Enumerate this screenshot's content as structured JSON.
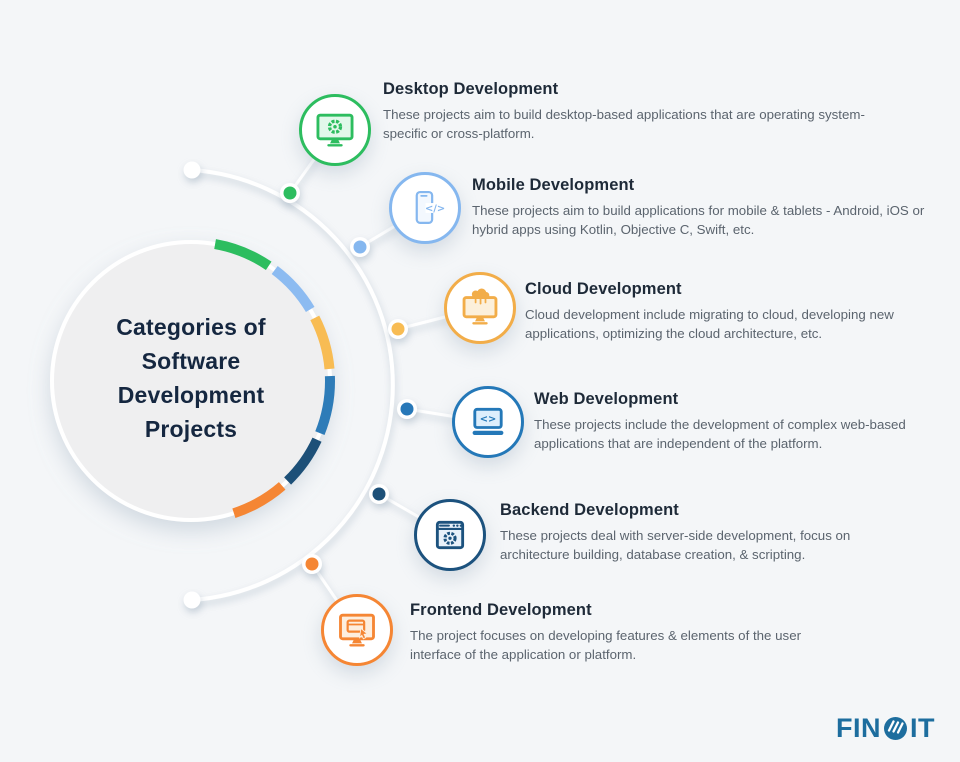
{
  "background_color": "#f4f6f8",
  "center": {
    "title": "Categories of Software Development Projects"
  },
  "items": [
    {
      "title": "Desktop Development",
      "description": "These projects aim to build desktop-based applications that are operating system-specific or cross-platform.",
      "color": "#2dbd5f",
      "icon": "desktop-monitor-gear-icon"
    },
    {
      "title": "Mobile Development",
      "description": "These projects aim to build applications for mobile & tablets - Android, iOS or hybrid apps using Kotlin, Objective C, Swift, etc.",
      "color": "#85b7ef",
      "icon": "mobile-phone-code-icon"
    },
    {
      "title": "Cloud Development",
      "description": "Cloud development include migrating to cloud, developing new applications, optimizing the cloud architecture, etc.",
      "color": "#f2ad49",
      "icon": "cloud-monitor-icon"
    },
    {
      "title": "Web Development",
      "description": "These projects include the development of complex web-based applications that are independent of the platform.",
      "color": "#2478b8",
      "icon": "laptop-code-icon"
    },
    {
      "title": "Backend Development",
      "description": "These projects deal with server-side development, focus on architecture building, database creation, & scripting.",
      "color": "#1c527e",
      "icon": "browser-gear-icon"
    },
    {
      "title": "Frontend Development",
      "description": "The project focuses on developing features & elements of the user interface of the application or platform.",
      "color": "#f58634",
      "icon": "monitor-ui-cursor-icon"
    }
  ],
  "ring_segment_colors": [
    "#2dbd5f",
    "#8cbbf1",
    "#f8bc53",
    "#2e7cb8",
    "#1d5078",
    "#f58634"
  ],
  "logo": {
    "prefix": "FIN",
    "suffix": "IT",
    "color": "#1d6d9e"
  }
}
